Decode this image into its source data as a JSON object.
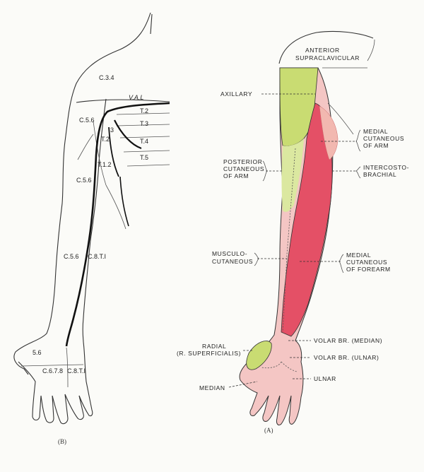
{
  "figure_b": {
    "caption": "(B)",
    "dermatomes": {
      "c34": "C.3.4",
      "val": "V.A.L",
      "c56_upper": "C.5.6",
      "t2_right": "T.2",
      "t3": "T.3",
      "t4": "T.4",
      "t5": "T.5",
      "three": "3",
      "t2_inner": "T.2",
      "t12": "T.1.2",
      "c56_mid": "C.5.6",
      "c56_lower": "C.5.6",
      "c8t1": "C.8.T.I",
      "fifty_six": "5.6",
      "c678": "C.6.7.8",
      "c8t1_hand": "C.8.T.I"
    }
  },
  "figure_a": {
    "caption": "(A)",
    "labels": {
      "ant_supra_1": "Anterior",
      "ant_supra_2": "supraclavicular",
      "axillary": "Axillary",
      "med_cut_arm_1": "Medial",
      "med_cut_arm_2": "cutaneous",
      "med_cut_arm_3": "of arm",
      "post_cut_1": "Posterior",
      "post_cut_2": "cutaneous",
      "post_cut_3": "of arm",
      "interc_1": "Intercosto-",
      "interc_2": "brachial",
      "musculo_1": "Musculo-",
      "musculo_2": "cutaneous",
      "med_fore_1": "Medial",
      "med_fore_2": "cutaneous",
      "med_fore_3": "of forearm",
      "radial_1": "Radial",
      "radial_2": "(R. Superficialis)",
      "volar_median": "Volar br. (Median)",
      "volar_ulnar": "Volar br. (Ulnar)",
      "ulnar": "Ulnar",
      "median": "Median"
    }
  },
  "colors": {
    "green": "#c9dc72",
    "red": "#e45066",
    "pink": "#f4c6c4",
    "outline": "#333333"
  }
}
